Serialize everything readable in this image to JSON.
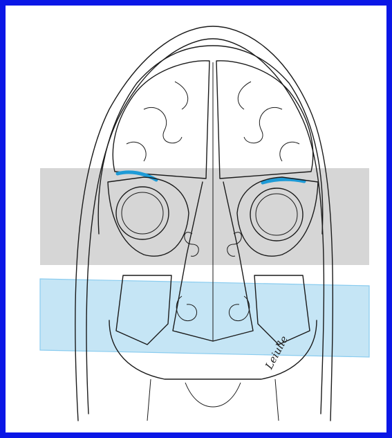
{
  "figure": {
    "subject": "coronal-head-section",
    "border_color": "#0a17e6",
    "bands": [
      {
        "name": "orbital-band",
        "color": "#cfcfcf"
      },
      {
        "name": "maxillary-band",
        "color": "#bfe3f5",
        "edge_color": "#7ec7ee"
      }
    ],
    "highlight_color": "#1e9bd7"
  },
  "signature": {
    "text": "Leiulle"
  }
}
